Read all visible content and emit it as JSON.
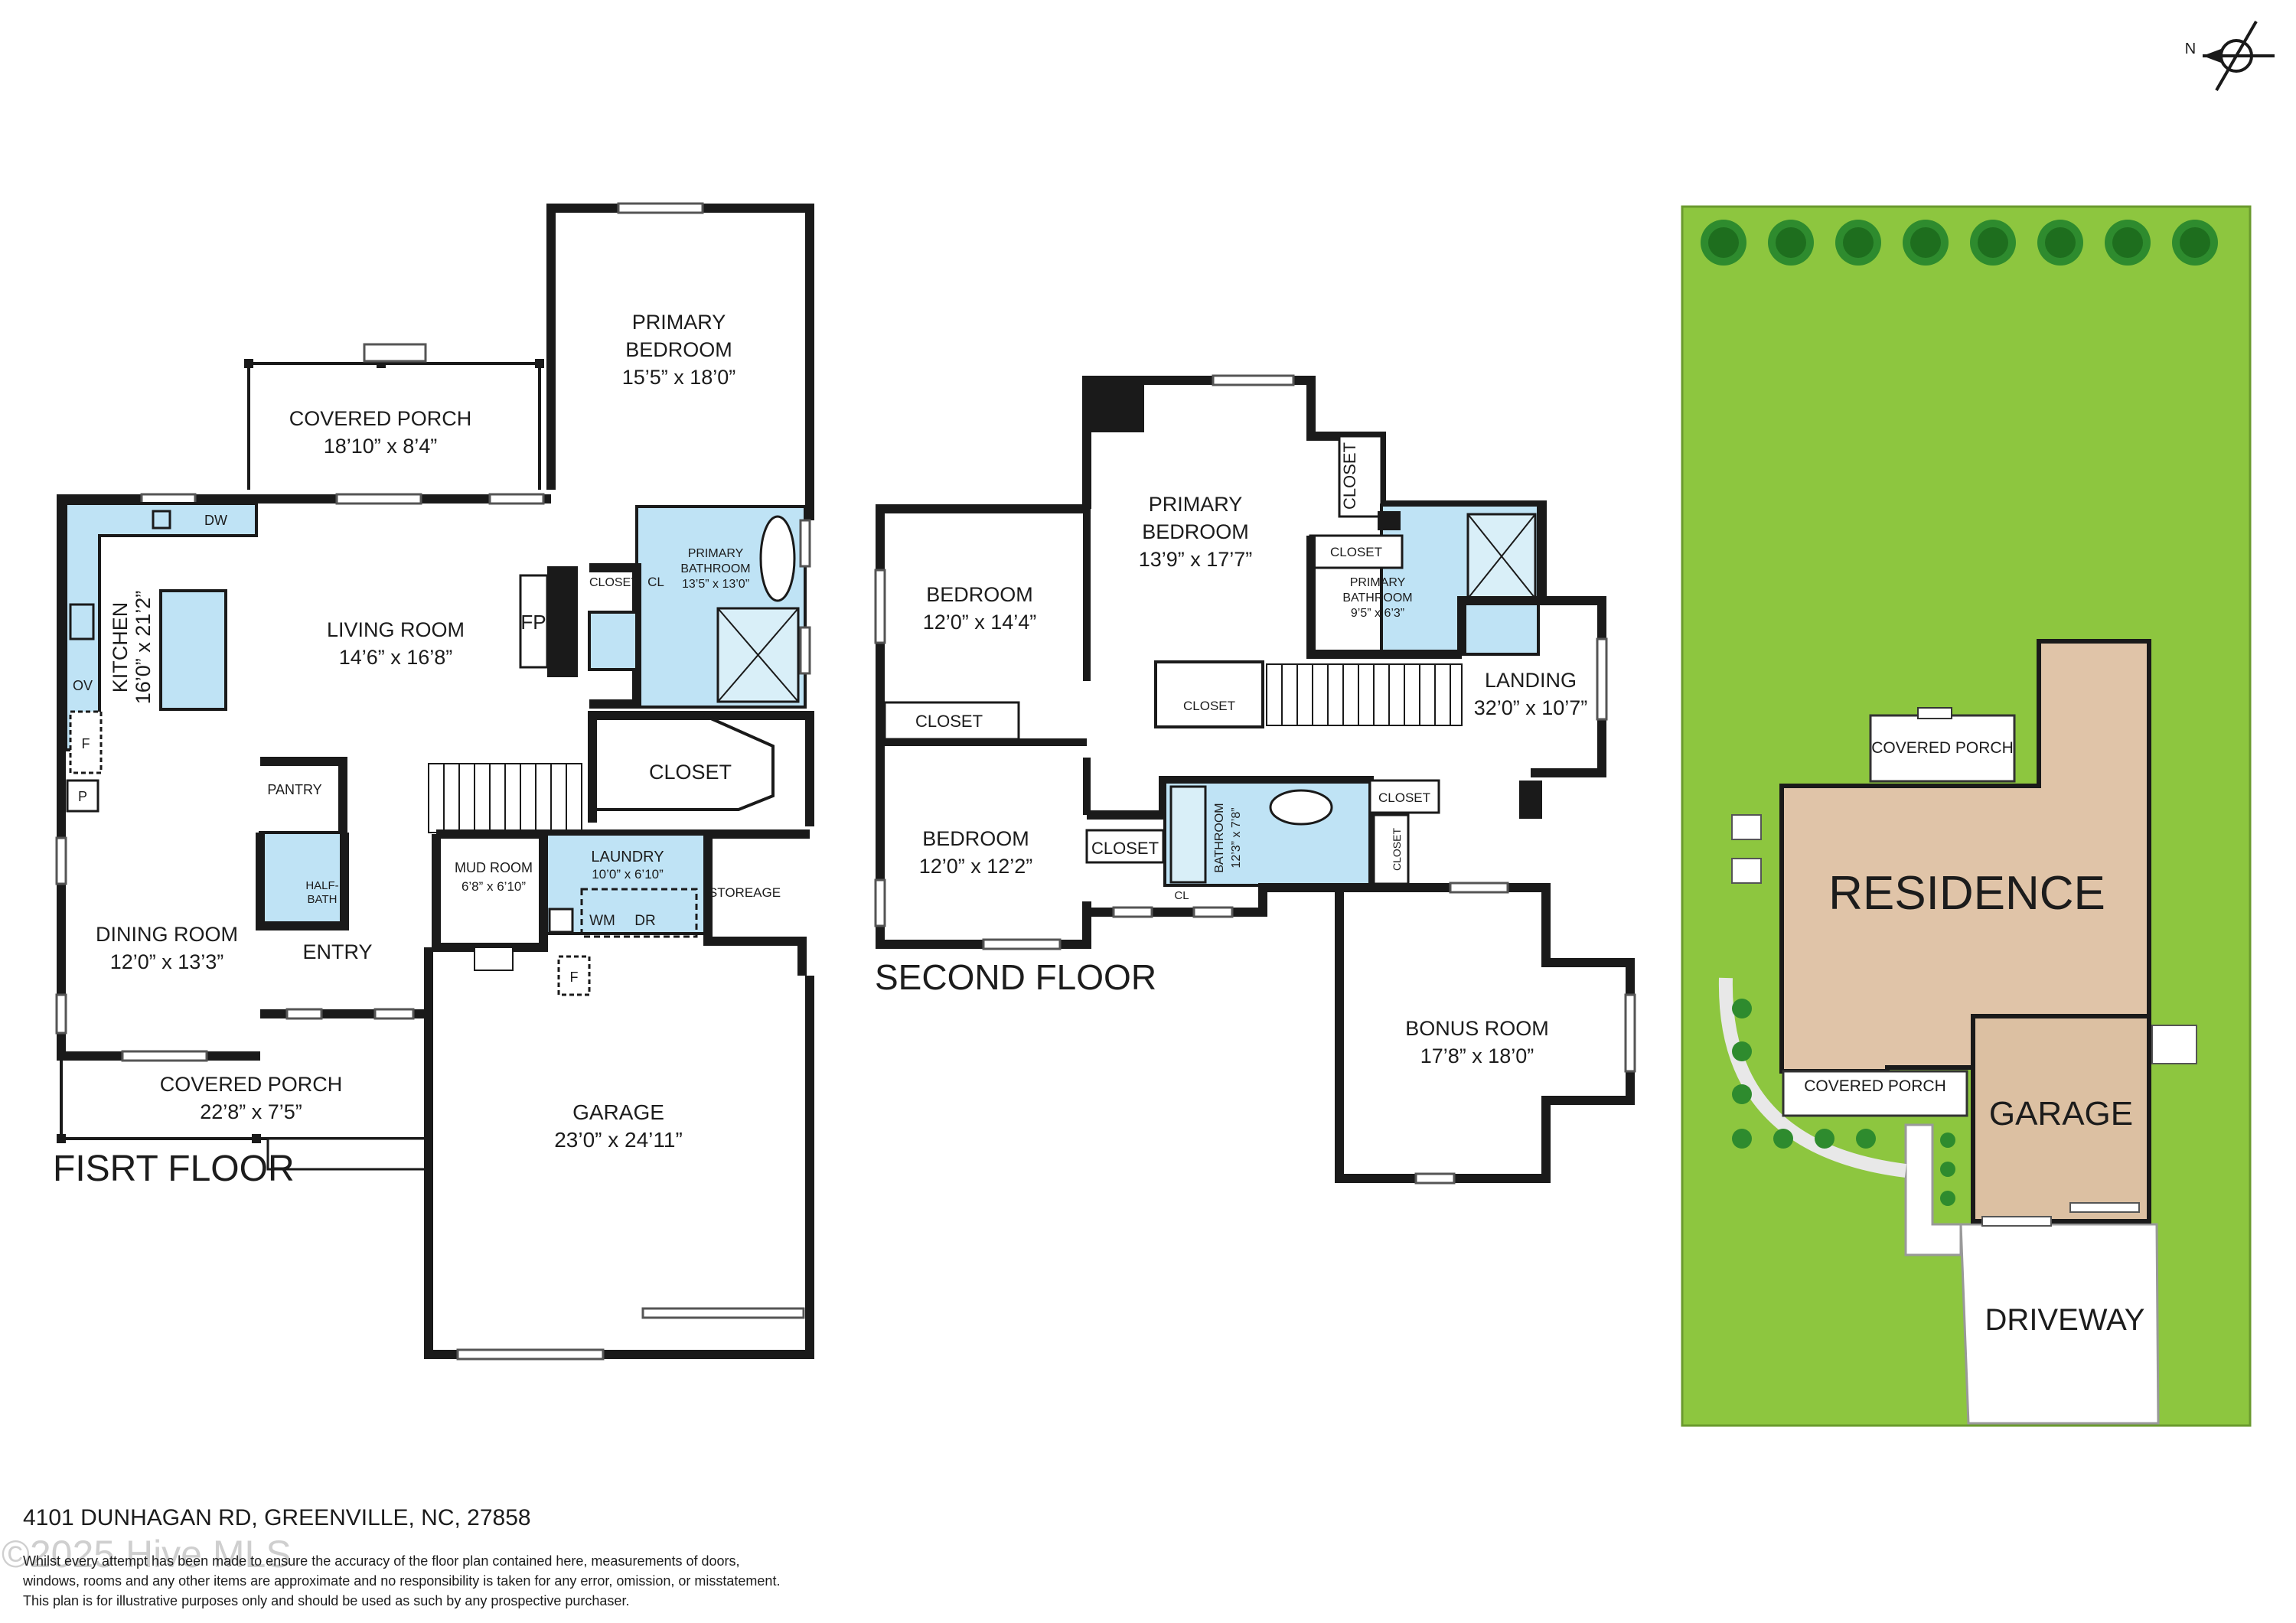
{
  "first_floor": {
    "title": "FISRT FLOOR",
    "rooms": {
      "covered_porch_back": {
        "name": "COVERED PORCH",
        "dims": "18’10” x 8’4”"
      },
      "primary_bedroom": {
        "name_1": "PRIMARY",
        "name_2": "BEDROOM",
        "dims": "15’5” x 18’0”"
      },
      "kitchen": {
        "name": "KITCHEN",
        "dims": "16’0” x 21’2”"
      },
      "living_room": {
        "name": "LIVING ROOM",
        "dims": "14’6” x 16’8”"
      },
      "primary_bathroom": {
        "name_1": "PRIMARY",
        "name_2": "BATHROOM",
        "dims": "13’5” x 13’0”"
      },
      "closet_small": {
        "name": "CLOSET"
      },
      "closet_large": {
        "name": "CLOSET"
      },
      "pantry": {
        "name": "PANTRY"
      },
      "half_bath": {
        "name_1": "HALF-",
        "name_2": "BATH"
      },
      "mud_room": {
        "name": "MUD ROOM",
        "dims": "6’8” x 6’10”"
      },
      "laundry": {
        "name": "LAUNDRY",
        "dims": "10’0” x 6’10”"
      },
      "storage": {
        "name": "STOREAGE"
      },
      "dining_room": {
        "name": "DINING ROOM",
        "dims": "12’0” x 13’3”"
      },
      "entry": {
        "name": "ENTRY"
      },
      "covered_porch_front": {
        "name": "COVERED PORCH",
        "dims": "22’8” x 7’5”"
      },
      "garage": {
        "name": "GARAGE",
        "dims": "23’0” x 24’11”"
      }
    },
    "fixtures": {
      "dw": "DW",
      "ov": "OV",
      "f": "F",
      "p": "P",
      "fp": "FP",
      "cl": "CL",
      "wm": "WM",
      "dr": "DR",
      "garage_f": "F"
    }
  },
  "second_floor": {
    "title": "SECOND FLOOR",
    "rooms": {
      "primary_bedroom": {
        "name_1": "PRIMARY",
        "name_2": "BEDROOM",
        "dims": "13’9” x 17’7”"
      },
      "closet_vertical": {
        "name": "CLOSET"
      },
      "closet_primary": {
        "name": "CLOSET"
      },
      "primary_bathroom": {
        "name_1": "PRIMARY",
        "name_2": "BATHROOM",
        "dims": "9’5” x 6’3”"
      },
      "bedroom_1": {
        "name": "BEDROOM",
        "dims": "12’0” x 14’4”"
      },
      "closet_bedroom_1": {
        "name": "CLOSET"
      },
      "closet_stair": {
        "name": "CLOSET"
      },
      "landing": {
        "name": "LANDING",
        "dims": "32’0” x 10’7”"
      },
      "bedroom_2": {
        "name": "BEDROOM",
        "dims": "12’0” x 12’2”"
      },
      "closet_bedroom_2": {
        "name": "CLOSET"
      },
      "bathroom": {
        "name": "BATHROOM",
        "dims": "12’3” x 7’8”"
      },
      "closet_hall": {
        "name": "CLOSET"
      },
      "closet_bonus": {
        "name": "CLOSET"
      },
      "bonus_room": {
        "name": "BONUS ROOM",
        "dims": "17’8” x 18’0”"
      }
    },
    "fixtures": {
      "cl": "CL"
    }
  },
  "site_plan": {
    "residence": "RESIDENCE",
    "garage": "GARAGE",
    "driveway": "DRIVEWAY",
    "covered_porch_back": "COVERED PORCH",
    "covered_porch_front": "COVERED PORCH",
    "north": "N"
  },
  "footer": {
    "address": "4101 DUNHAGAN RD, GREENVILLE, NC, 27858",
    "watermark": "©2025 Hive MLS",
    "disclaimer_1": "Whilst every attempt has been made to ensure the accuracy of the floor plan contained here, measurements of doors,",
    "disclaimer_2": "windows, rooms and any other items are approximate and no responsibility is taken for any error, omission, or misstatement.",
    "disclaimer_3": "This plan is for illustrative purposes only and should be used as such by any prospective purchaser."
  },
  "colors": {
    "lawn": "#8dc63f",
    "residence": "#e0c4a8",
    "garage": "#dcc0a2",
    "wet_area": "#bfe3f5",
    "wall": "#1a1a1a"
  }
}
